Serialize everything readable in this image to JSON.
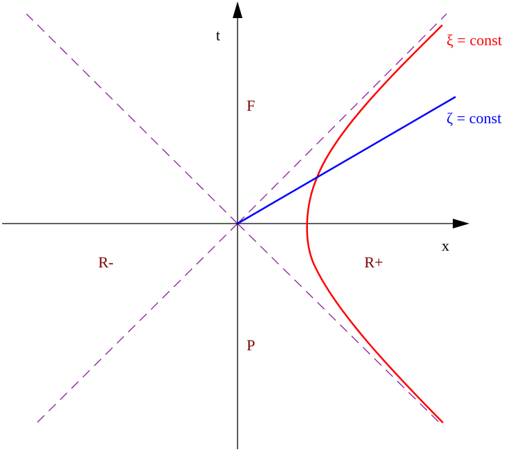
{
  "axes": {
    "t_label": "t",
    "x_label": "x"
  },
  "regions": {
    "future": "F",
    "past": "P",
    "right": "R+",
    "left": "R-"
  },
  "curves": {
    "xi_label": "ξ = const",
    "zeta_label": "ζ = const"
  },
  "colors": {
    "axes": "#000000",
    "light_cone": "#8b1a9b",
    "xi_curve": "#ff0000",
    "zeta_line": "#0000ff",
    "region_text": "#7a0000"
  }
}
